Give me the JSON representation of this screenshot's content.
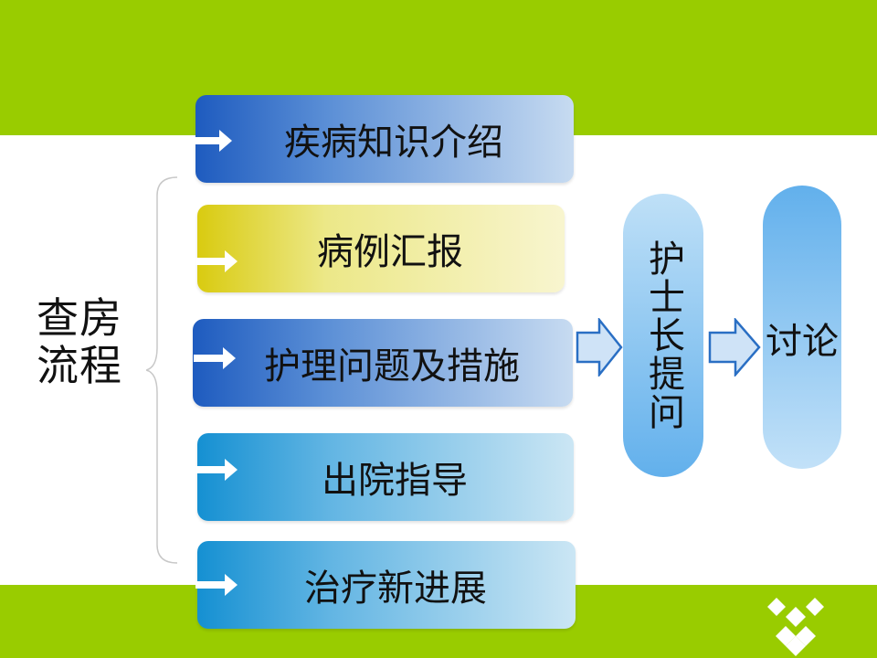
{
  "main_label": "查房流程",
  "steps": [
    {
      "label": "疾病知识介绍"
    },
    {
      "label": "病例汇报"
    },
    {
      "label": "护理问题及措施"
    },
    {
      "label": "出院指导"
    },
    {
      "label": "治疗新进展"
    }
  ],
  "head_nurse": "护士长提问",
  "discussion": "讨论",
  "colors": {
    "band": "#99cc00",
    "blue_dark": "#1e5bbf",
    "yellow": "#d9cb10",
    "cyan": "#1590d2",
    "arrow_fill": "#cfe3f7",
    "arrow_stroke": "#2a6fc4"
  }
}
